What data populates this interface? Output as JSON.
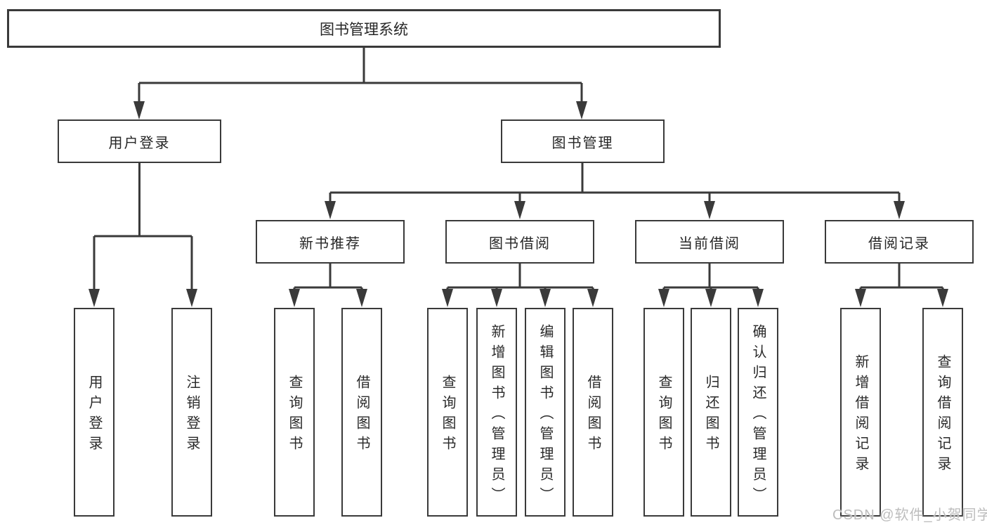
{
  "diagram": {
    "root": "图书管理系统",
    "level2": [
      "用户登录",
      "图书管理"
    ],
    "level3": [
      "新书推荐",
      "图书借阅",
      "当前借阅",
      "借阅记录"
    ],
    "leaves": {
      "user_login": [
        "用户登录",
        "注销登录"
      ],
      "new_book": [
        "查询图书",
        "借阅图书"
      ],
      "book_borrow": [
        "查询图书",
        "新增图书（管理员）",
        "编辑图书（管理员）",
        "借阅图书"
      ],
      "current_borrow": [
        "查询图书",
        "归还图书",
        "确认归还（管理员）"
      ],
      "borrow_records": [
        "新增借阅记录",
        "查询借阅记录"
      ]
    }
  },
  "watermark": "CSDN @软件_小贺同学",
  "colors": {
    "line": "#3a3a3a",
    "box_border": "#3a3a3a",
    "box_fill": "#ffffff",
    "text": "#262626",
    "background": "#ffffff",
    "watermark": "#bdbdbd"
  }
}
